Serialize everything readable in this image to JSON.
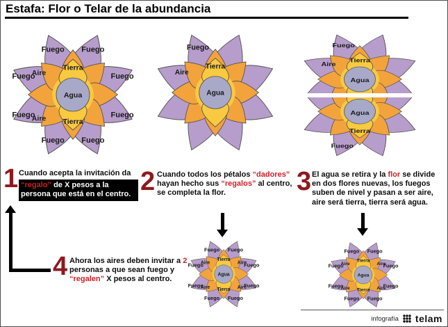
{
  "title": "Estafa: Flor o Telar de la abundancia",
  "colors": {
    "petal_fuego": "#b79dcb",
    "petal_aire": "#f2a33c",
    "petal_tierra": "#f9c93f",
    "center_agua": "#a8a8c8",
    "outline": "#4f4f4f",
    "highlight_red": "#cf1f26",
    "step_number": "#8e1a1e",
    "label_text": "#1a1a1a"
  },
  "flower_labels": {
    "fuego": "Fuego",
    "aire": "Aire",
    "tierra": "Tierra",
    "agua": "Agua"
  },
  "steps": {
    "s1": {
      "number": "1",
      "line1": "Cuando acepta la invitación da",
      "box_red": "“regalo”",
      "box_rest": " de X pesos a la persona que está en el centro."
    },
    "s2": {
      "number": "2",
      "p1": "Cuando todos los pétalos ",
      "r1": "“dadores”",
      "p2": " hayan hecho sus ",
      "r2": "“regalos”",
      "p3": " al centro, se completa la flor."
    },
    "s3": {
      "number": "3",
      "p1": "El agua se retira y la ",
      "r1": "flor",
      "p2": " se divide en dos flores nuevas, los fuegos suben de nivel y pasan a ser aire, aire será tierra, tierra será agua."
    },
    "s4": {
      "number": "4",
      "p1": "Ahora los aires deben invitar a ",
      "r1": "2",
      "p2": " personas a que sean fuego y ",
      "r2": "“regalen”",
      "p3": " X pesos al centro."
    }
  },
  "footer": {
    "credit": "infografía",
    "brand": "telam"
  }
}
